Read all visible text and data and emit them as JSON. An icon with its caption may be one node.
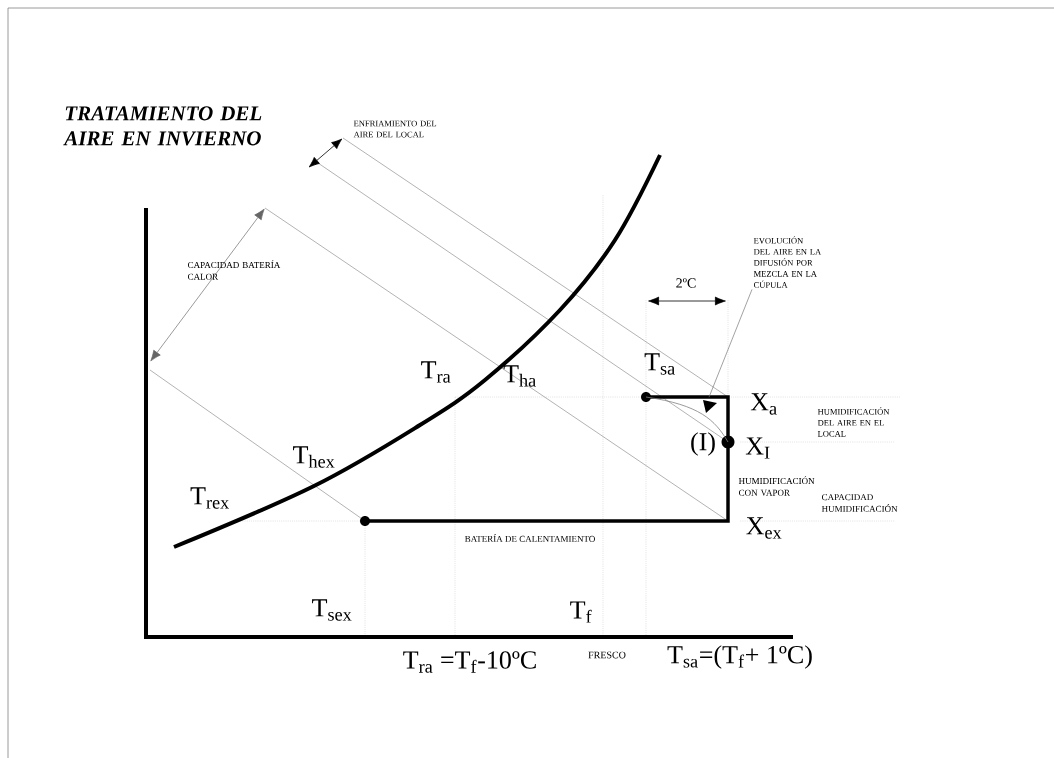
{
  "diagram": {
    "title": "TRATAMIENTO DEL AIRE EN INVIERNO",
    "nodes": [
      {
        "text": [
          "EVOLUCIÓN DEL AIRE EN LA DIFUSIÓN POR MEZCLA EN LA CÚPULA"
        ]
      },
      {
        "text": [],
        "shape": "curve"
      }
    ],
    "edges": [
      {
        "from": 0,
        "to": 1,
        "arrow": "none"
      }
    ],
    "labels": [
      "ENFRIAMIENTO DEL AIRE DEL LOCAL",
      "CAPACIDAD BATERÍA CALOR",
      "2ºC",
      "T$_{ha}$",
      "T$_{ra}$",
      "T$_{sa}$",
      "X$_{a}$",
      "HUMIDIFICACIÓN DEL AIRE EN EL LOCAL",
      "(I)",
      "X$_{I}$",
      "T$_{hex}$",
      "HUMIDIFICACIÓN CON VAPOR",
      "CAPACIDAD HUMIDIFICACIÓN",
      "T$_{rex}$",
      "X$_{ex}$",
      "BATERÍA DE CALENTAMIENTO",
      "T$_{sex}$",
      "T$_{f}$",
      "T$_{ra}$ =T$_{f}$-10ºC",
      "FRESCO",
      "T$_{sa}$=(T$_{f}$+ 1ºC)"
    ]
  }
}
